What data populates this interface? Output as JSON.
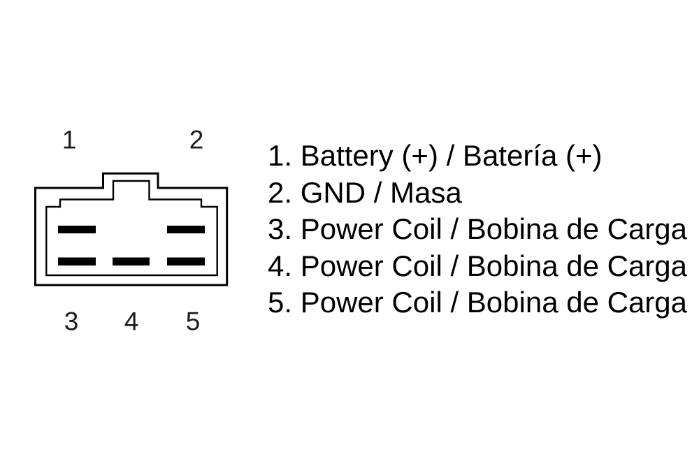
{
  "diagram": {
    "connector": {
      "top_pins": [
        {
          "number": "1"
        },
        {
          "number": "2"
        }
      ],
      "bottom_pins": [
        {
          "number": "3"
        },
        {
          "number": "4"
        },
        {
          "number": "5"
        }
      ]
    },
    "legend": {
      "items": [
        {
          "number": "1.",
          "label": "Battery (+) / Batería (+)"
        },
        {
          "number": "2.",
          "label": "GND / Masa"
        },
        {
          "number": "3.",
          "label": "Power Coil / Bobina de Carga"
        },
        {
          "number": "4.",
          "label": "Power Coil / Bobina de Carga"
        },
        {
          "number": "5.",
          "label": "Power Coil / Bobina de Carga"
        }
      ]
    },
    "colors": {
      "ink": "#000000",
      "background": "#ffffff"
    }
  }
}
